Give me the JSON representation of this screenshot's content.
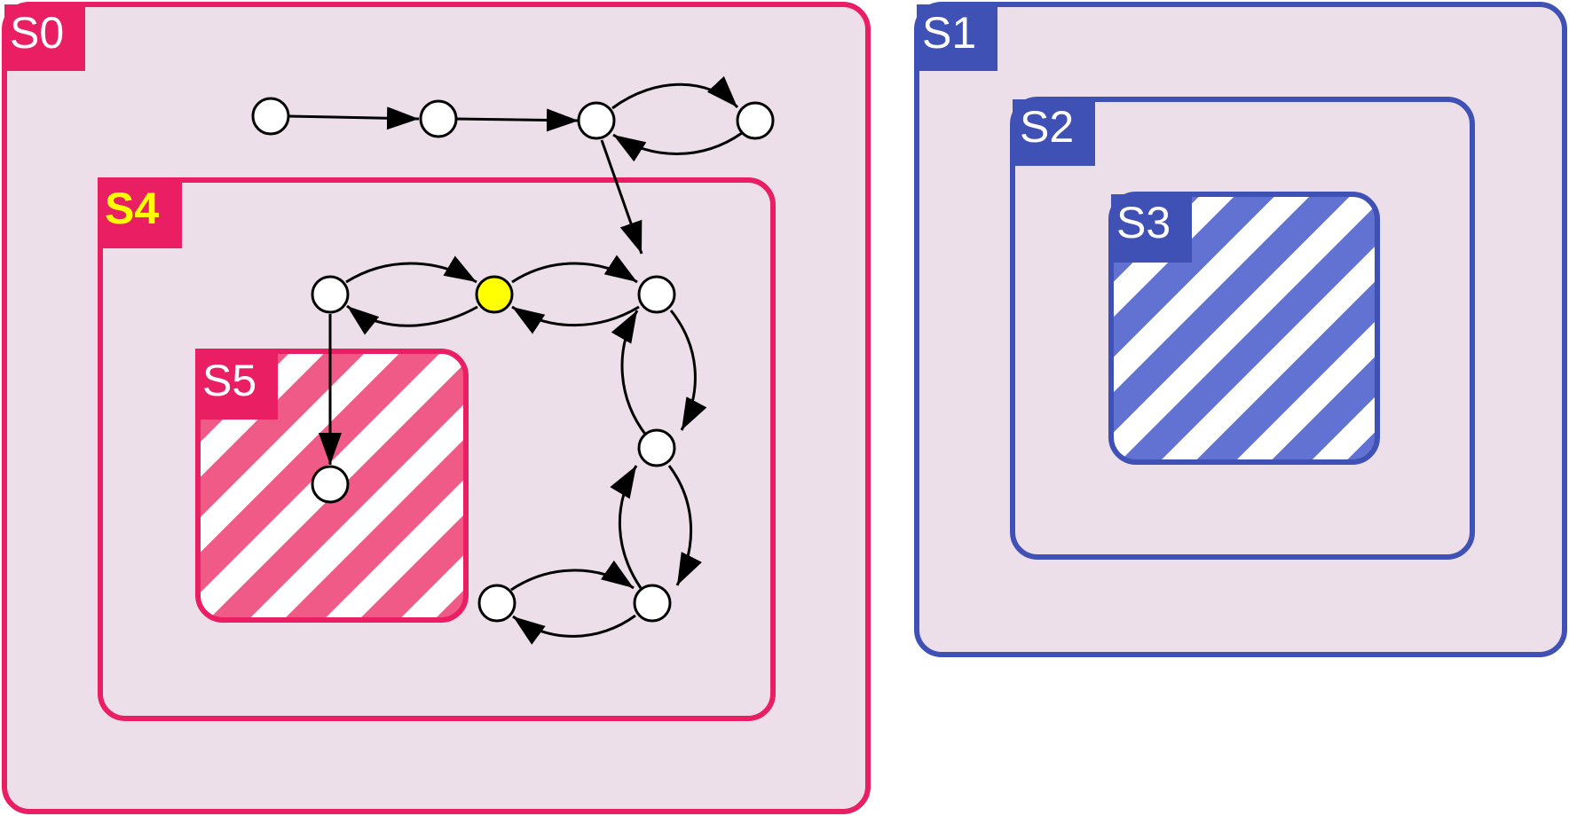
{
  "colors": {
    "pink": "#E91E63",
    "pink_stripe": "#F05A86",
    "blue": "#3F51B5",
    "blue_stripe": "#6272D2",
    "region_fill": "#EDDFEA",
    "label_text": "#FFFFFF",
    "active_label_text": "#FFFF00",
    "node_fill": "#FFFFFF",
    "active_node_fill": "#FFFF00",
    "edge": "#000000"
  },
  "regions": {
    "s0": {
      "label": "S0"
    },
    "s1": {
      "label": "S1"
    },
    "s2": {
      "label": "S2"
    },
    "s3": {
      "label": "S3"
    },
    "s4": {
      "label": "S4",
      "active": true
    },
    "s5": {
      "label": "S5"
    }
  },
  "nodes": [
    {
      "id": "n1",
      "region": "S0"
    },
    {
      "id": "n2",
      "region": "S0"
    },
    {
      "id": "n3",
      "region": "S0"
    },
    {
      "id": "n4",
      "region": "S0"
    },
    {
      "id": "n5",
      "region": "S4"
    },
    {
      "id": "n6",
      "region": "S4",
      "active": true
    },
    {
      "id": "n7",
      "region": "S4"
    },
    {
      "id": "n8",
      "region": "S4"
    },
    {
      "id": "n9",
      "region": "S4"
    },
    {
      "id": "n10",
      "region": "S4"
    },
    {
      "id": "n11",
      "region": "S5"
    }
  ],
  "edges": [
    {
      "from": "n1",
      "to": "n2"
    },
    {
      "from": "n2",
      "to": "n3"
    },
    {
      "from": "n3",
      "to": "n4"
    },
    {
      "from": "n4",
      "to": "n3"
    },
    {
      "from": "n3",
      "to": "n7"
    },
    {
      "from": "n5",
      "to": "n6"
    },
    {
      "from": "n6",
      "to": "n5"
    },
    {
      "from": "n6",
      "to": "n7"
    },
    {
      "from": "n7",
      "to": "n6"
    },
    {
      "from": "n7",
      "to": "n8"
    },
    {
      "from": "n8",
      "to": "n7"
    },
    {
      "from": "n8",
      "to": "n9"
    },
    {
      "from": "n9",
      "to": "n8"
    },
    {
      "from": "n9",
      "to": "n10"
    },
    {
      "from": "n10",
      "to": "n9"
    },
    {
      "from": "n5",
      "to": "n11"
    }
  ]
}
